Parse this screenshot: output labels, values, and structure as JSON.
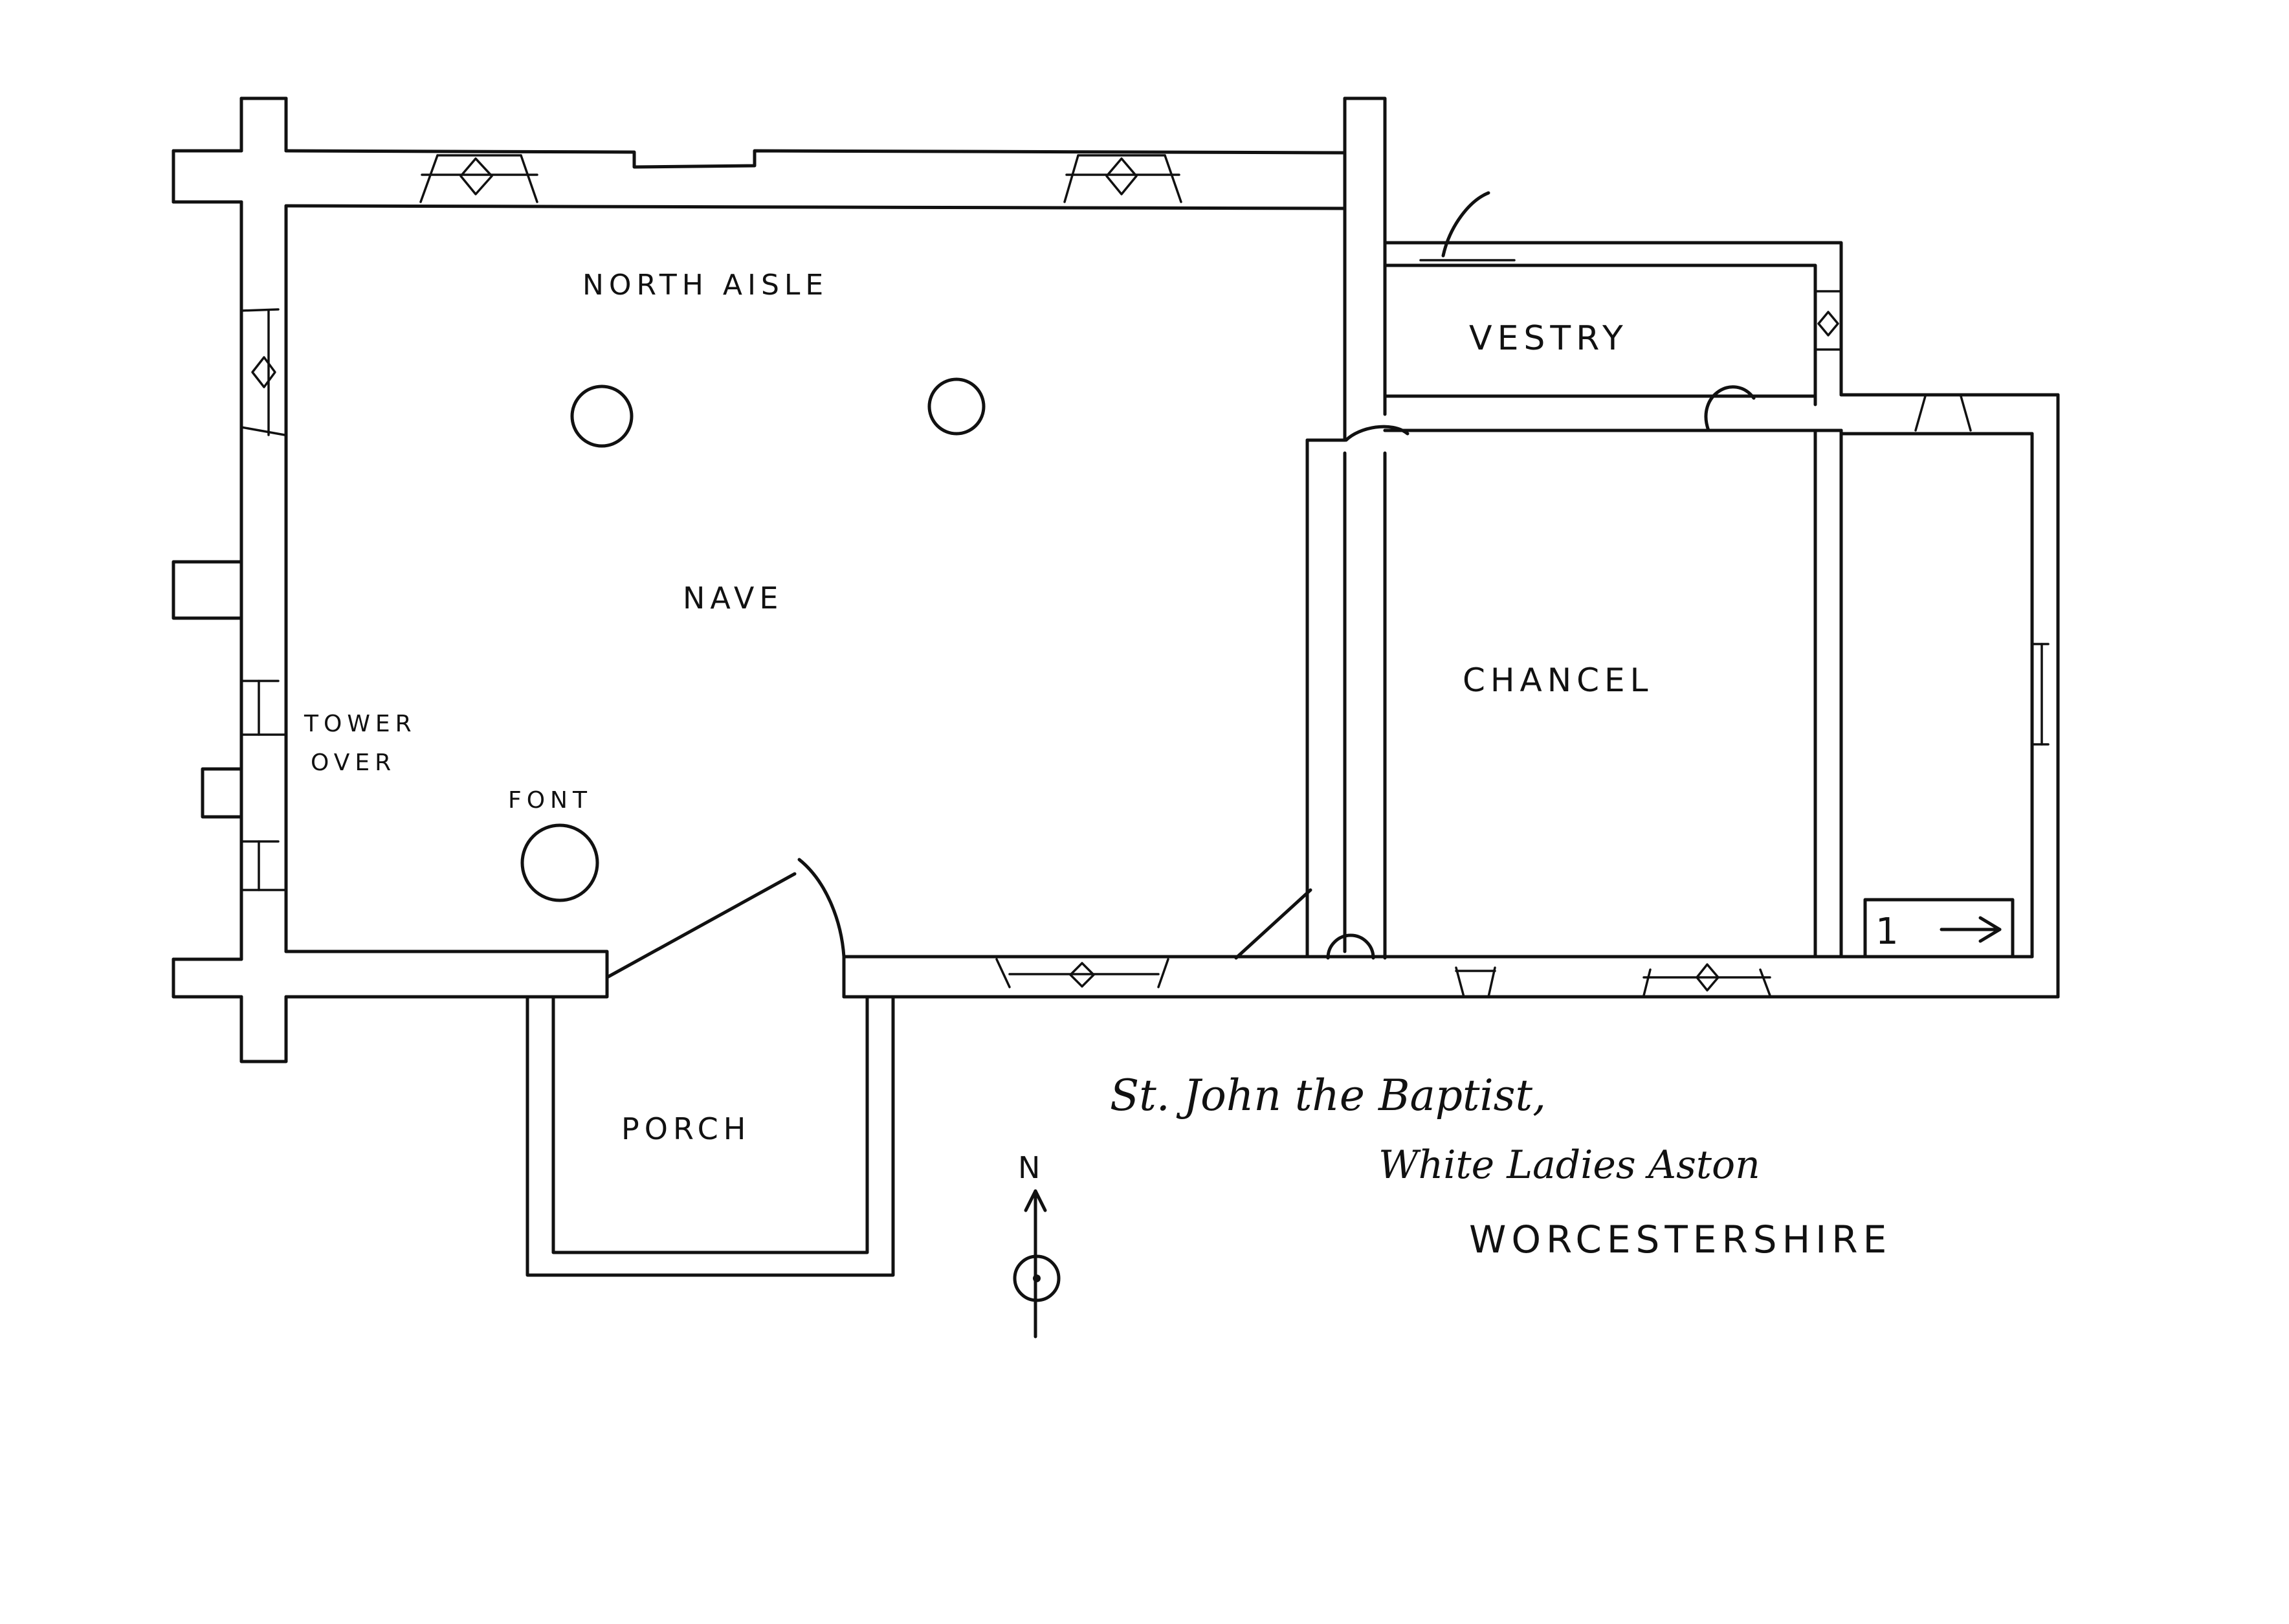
{
  "rooms": {
    "north_aisle": "NORTH AISLE",
    "nave": "NAVE",
    "tower": [
      "TOWER",
      "OVER"
    ],
    "font": "FONT",
    "vestry": "VESTRY",
    "chancel": "CHANCEL",
    "porch": "PORCH"
  },
  "marker": {
    "number": "1",
    "arrow": "→"
  },
  "compass": {
    "letter": "N"
  },
  "caption": {
    "line1": "St. John the Baptist,",
    "line2": "White Ladies Aston",
    "line3": "WORCESTERSHIRE"
  },
  "colors": {
    "ink": "#111111",
    "paper": "#ffffff"
  }
}
